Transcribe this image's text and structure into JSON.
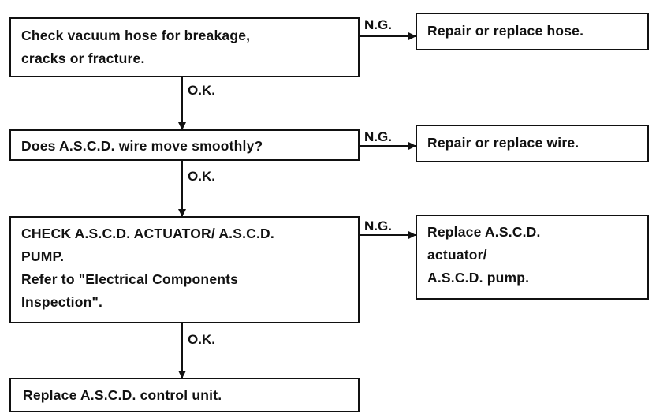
{
  "steps": [
    {
      "check": "Check vacuum hose for breakage,\ncracks or fracture.",
      "ng_label": "N.G.",
      "remedy": "Repair or replace hose.",
      "ok_label": "O.K."
    },
    {
      "check": "Does A.S.C.D. wire move smoothly?",
      "ng_label": "N.G.",
      "remedy": "Repair or replace wire.",
      "ok_label": "O.K."
    },
    {
      "check": "CHECK A.S.C.D. ACTUATOR/ A.S.C.D.\nPUMP.\nRefer to \"Electrical Components\nInspection\".",
      "ng_label": "N.G.",
      "remedy": "Replace A.S.C.D.\nactuator/\nA.S.C.D. pump.",
      "ok_label": "O.K."
    }
  ],
  "final_step": "Replace A.S.C.D. control unit."
}
